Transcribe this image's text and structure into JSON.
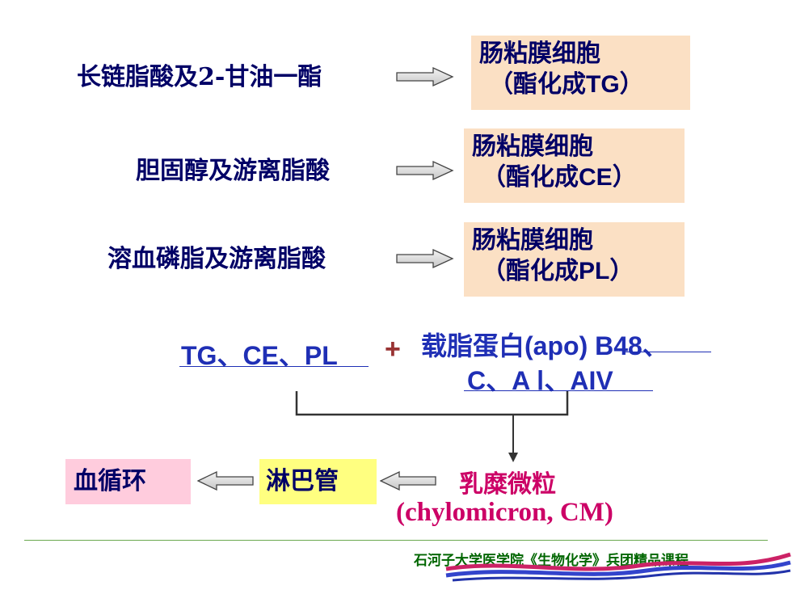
{
  "rows": [
    {
      "source": "长链脂酸及2-甘油一酯",
      "target_line1": "肠粘膜细胞",
      "target_line2_prefix": "（酯化成",
      "target_line2_abbr": "TG",
      "target_line2_suffix": "）"
    },
    {
      "source": "胆固醇及游离脂酸",
      "target_line1": "肠粘膜细胞",
      "target_line2_prefix": "（酯化成",
      "target_line2_abbr": "CE",
      "target_line2_suffix": "）"
    },
    {
      "source": "溶血磷脂及游离脂酸",
      "target_line1": "肠粘膜细胞",
      "target_line2_prefix": "（酯化成",
      "target_line2_abbr": "PL",
      "target_line2_suffix": "）"
    }
  ],
  "combine": {
    "lipids": "TG、CE、PL",
    "plus": "+",
    "apo_cn": "载脂蛋白",
    "apo_en": "(apo)",
    "apo_b48": "B48、",
    "apo_line2": "C、A Ⅰ、AIV"
  },
  "result": {
    "name_cn": "乳糜微粒",
    "name_en": "(chylomicron, CM)",
    "lymph": "淋巴管",
    "blood": "血循环"
  },
  "footer": "石河子大学医学院《生物化学》兵团精品课程",
  "colors": {
    "navy": "#000066",
    "blue": "#1f2fb5",
    "magenta": "#cc0066",
    "peach": "#fbe0c4",
    "yellow": "#ffff80",
    "pink": "#ffccdd",
    "footer_green": "#006600"
  }
}
